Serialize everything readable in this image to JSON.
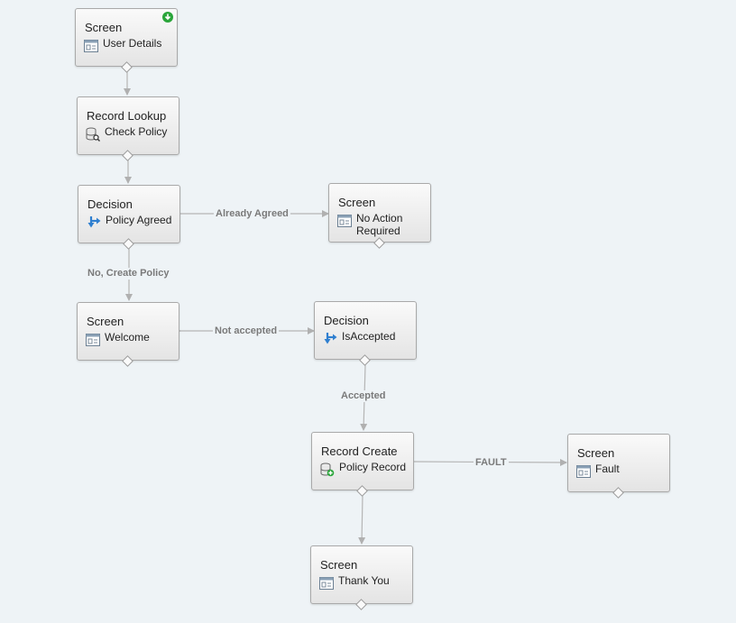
{
  "nodes": {
    "user_details": {
      "type": "Screen",
      "label": "User Details",
      "start": true
    },
    "check_policy": {
      "type": "Record Lookup",
      "label": "Check Policy"
    },
    "policy_agreed": {
      "type": "Decision",
      "label": "Policy Agreed"
    },
    "no_action": {
      "type": "Screen",
      "label_line1": "No Action",
      "label_line2": "Required"
    },
    "welcome": {
      "type": "Screen",
      "label": "Welcome"
    },
    "is_accepted": {
      "type": "Decision",
      "label": "IsAccepted"
    },
    "policy_record": {
      "type": "Record Create",
      "label": "Policy Record"
    },
    "fault": {
      "type": "Screen",
      "label": "Fault"
    },
    "thank_you": {
      "type": "Screen",
      "label": "Thank You"
    }
  },
  "edges": {
    "already_agreed": "Already Agreed",
    "no_create_policy": "No, Create Policy",
    "not_accepted": "Not accepted",
    "accepted": "Accepted",
    "fault": "FAULT"
  },
  "colors": {
    "background": "#eef3f6",
    "connector": "#b5b5b5",
    "edge_label": "#7a7a7a",
    "start_badge": "#2aa53a",
    "decision_icon": "#2f7fd0"
  },
  "icons": {
    "screen": "screen-icon",
    "record_lookup": "database-search-icon",
    "decision": "decision-arrow-icon",
    "record_create": "database-add-icon",
    "start": "start-badge-icon"
  }
}
